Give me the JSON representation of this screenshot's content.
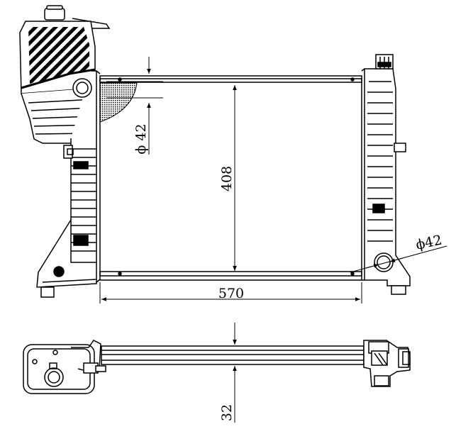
{
  "dimensions": {
    "width_label": "570",
    "height_label": "408",
    "inlet_diameter_label": "ϕ 42",
    "outlet_diameter_label": "ϕ42",
    "depth_label": "32"
  },
  "colors": {
    "line": "#000000",
    "background": "#ffffff"
  }
}
